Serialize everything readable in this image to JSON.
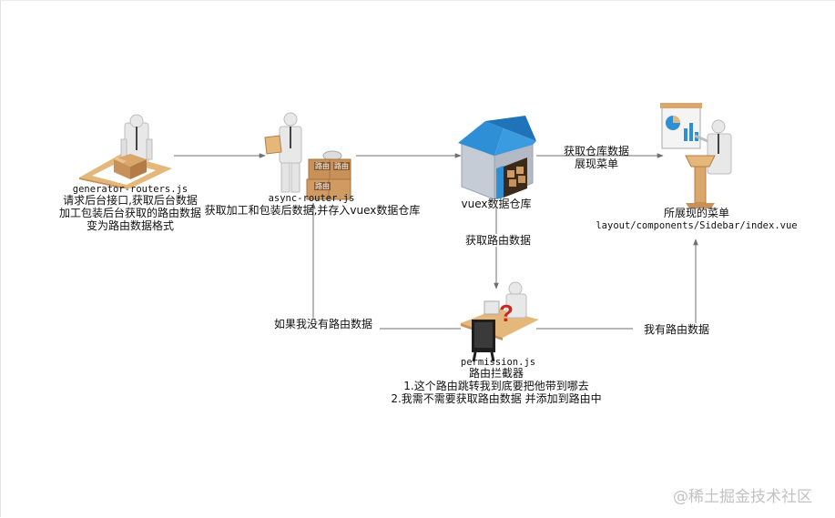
{
  "nodes": {
    "generator": {
      "filename": "generator-routers.js",
      "lines": [
        "请求后台接口,获取后台数据",
        "加工包装后台获取的路由数据",
        "变为路由数据格式"
      ]
    },
    "async": {
      "filename": "async-router.js",
      "text": "获取加工和包装后数据,并存入vuex数据仓库",
      "box_labels": [
        "路由",
        "路由",
        "路由"
      ]
    },
    "vuex": {
      "text": "vuex数据仓库"
    },
    "sidebar": {
      "title": "所展现的菜单",
      "path": "layout/components/Sidebar/index.vue"
    },
    "permission": {
      "filename": "permission.js",
      "title": "路由拦截器",
      "lines": [
        "1.这个路由跳转我到底要把他带到哪去",
        "2.我需不需要获取路由数据 并添加到路由中"
      ]
    }
  },
  "edges": {
    "get_routes": "获取路由数据",
    "fetch_show": [
      "获取仓库数据",
      "展现菜单"
    ],
    "no_routes": "如果我没有路由数据",
    "has_routes": "我有路由数据"
  },
  "watermark": "@稀土掘金技术社区",
  "colors": {
    "line": "#6f6f6f",
    "roof": "#2f8fd6",
    "wall": "#c6ccd6",
    "wood": "#e4b87a",
    "box": "#c9915a",
    "figure": "#e8e8e8",
    "question": "#c8281e"
  }
}
